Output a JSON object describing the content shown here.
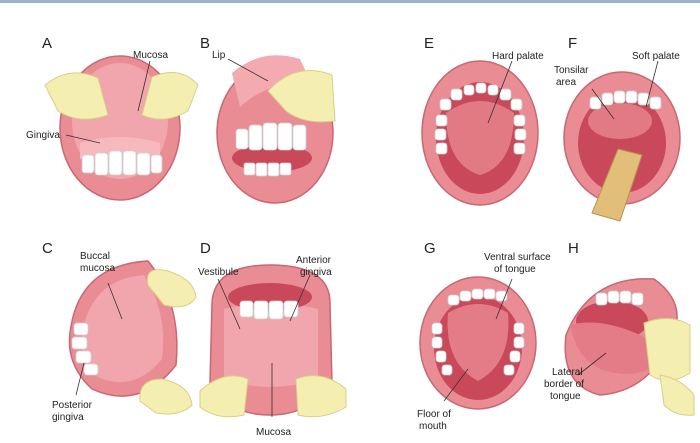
{
  "panels": [
    {
      "letter": "A",
      "labels": {
        "mucosa": "Mucosa",
        "gingiva": "Gingiva"
      }
    },
    {
      "letter": "B",
      "labels": {
        "lip": "Lip"
      }
    },
    {
      "letter": "C",
      "labels": {
        "buccal_mucosa": "Buccal\nmucosa",
        "posterior_gingiva": "Posterior\ngingiva"
      }
    },
    {
      "letter": "D",
      "labels": {
        "vestibule": "Vestibule",
        "anterior_gingiva": "Anterior\ngingiva",
        "mucosa": "Mucosa"
      }
    },
    {
      "letter": "E",
      "labels": {
        "hard_palate": "Hard palate"
      }
    },
    {
      "letter": "F",
      "labels": {
        "tonsilar_area": "Tonsilar\narea",
        "soft_palate": "Soft palate"
      }
    },
    {
      "letter": "G",
      "labels": {
        "ventral_surface": "Ventral surface\nof tongue",
        "floor_of_mouth": "Floor of\nmouth"
      }
    },
    {
      "letter": "H",
      "labels": {
        "lateral_border": "Lateral\nborder of\ntongue"
      }
    }
  ]
}
